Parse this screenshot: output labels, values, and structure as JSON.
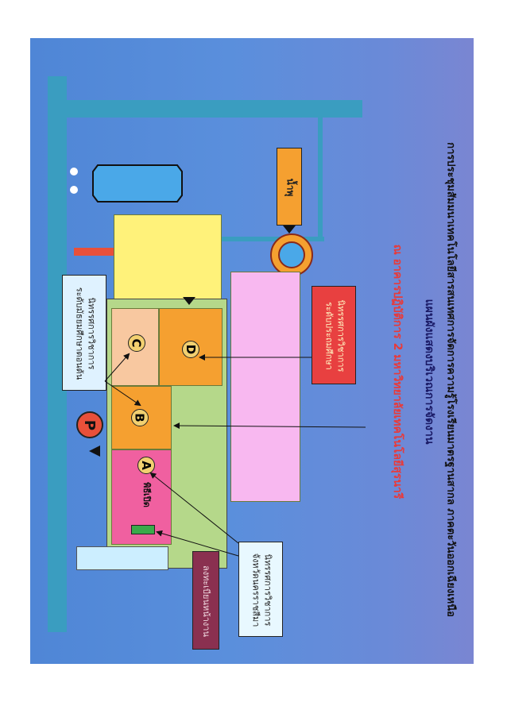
{
  "title": "การประชุมสัมมนาเทคโนโลยีสารสนเทศการจัดการความรู้โรงเรียนมาตรฐานสากล ภาคตะวันออกเฉียงเหนือ",
  "subtitle": "แผนผังแสดงบริเวณการจัดงาน",
  "venue": "ณ อาคารปฏิบัติการ 2 มหาวิทยาลัยเทคโนโลยีสุรนารี",
  "zones": {
    "A": "A",
    "B": "B",
    "C": "C",
    "D": "D",
    "A_caption": "พิธีเปิด",
    "parking": "P"
  },
  "labels": {
    "fountain": "น้ำพุ",
    "booth_top": "นิทรรศการวิชาการ\nระดับประถมศึกษา",
    "booth_mid": "นิทรรศการวิชาการ\nระดับมัธยมศึกษาตอนต้น",
    "booth_bottom": "นิทรรศการวิชาการ\nจังหวัดนครราชสีมา",
    "registration": "ลงทะเบียนหน้างาน"
  },
  "colors": {
    "background": "#5a8fdc",
    "road": "#3a9dc0",
    "yellow": "#fff27a",
    "pink": "#f8b8f0",
    "green": "#b5d88a",
    "orange": "#f5a030",
    "peach": "#f8c8a0",
    "hotpink": "#f060a0",
    "red_label": "#e84040",
    "maroon": "#8a3050"
  }
}
